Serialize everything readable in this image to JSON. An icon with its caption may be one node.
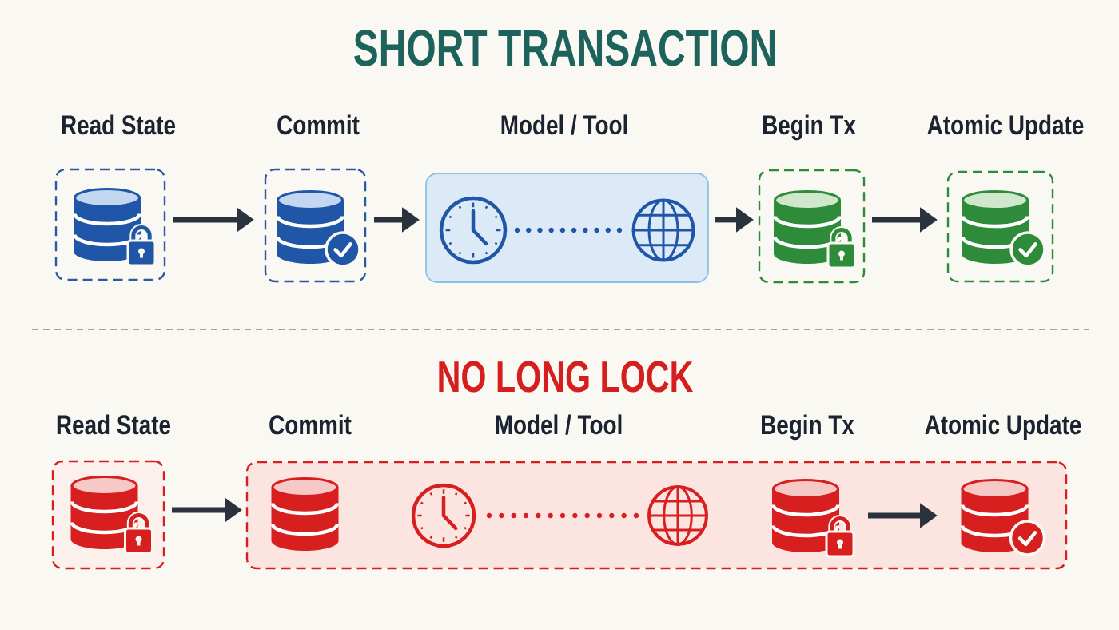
{
  "diagram": {
    "title": "SHORT TRANSACTION",
    "nodes": [
      {
        "text": [
          "Read State"
        ]
      },
      {
        "text": [
          "Commit"
        ]
      },
      {
        "text": [
          "Model / Tool"
        ]
      },
      {
        "text": [
          "Begin Tx"
        ]
      },
      {
        "text": [
          "Atomic Update"
        ]
      },
      {
        "text": [
          "Read State"
        ]
      },
      {
        "text": [],
        "shape": "box"
      },
      {
        "text": [],
        "shape": "picture",
        "in": 6,
        "beside": [
          "Commit"
        ]
      },
      {
        "text": [],
        "shape": "picture",
        "in": 6,
        "beside": [
          "Model / Tool"
        ]
      },
      {
        "text": [],
        "shape": "picture",
        "in": 6,
        "beside": [
          "Begin Tx"
        ]
      },
      {
        "text": [],
        "shape": "picture",
        "in": 6,
        "beside": [
          "Atomic Update"
        ]
      }
    ],
    "edges": [
      {
        "from": 0,
        "to": 1,
        "arrow": "to"
      },
      {
        "from": 1,
        "to": 2,
        "arrow": "to"
      },
      {
        "from": 2,
        "to": 3,
        "arrow": "to"
      },
      {
        "from": 3,
        "to": 4,
        "arrow": "to"
      },
      {
        "from": 5,
        "to": 6,
        "arrow": "to"
      },
      {
        "from": 9,
        "to": 10,
        "arrow": "to"
      }
    ],
    "labels": [
      "NO LONG LOCK"
    ]
  }
}
